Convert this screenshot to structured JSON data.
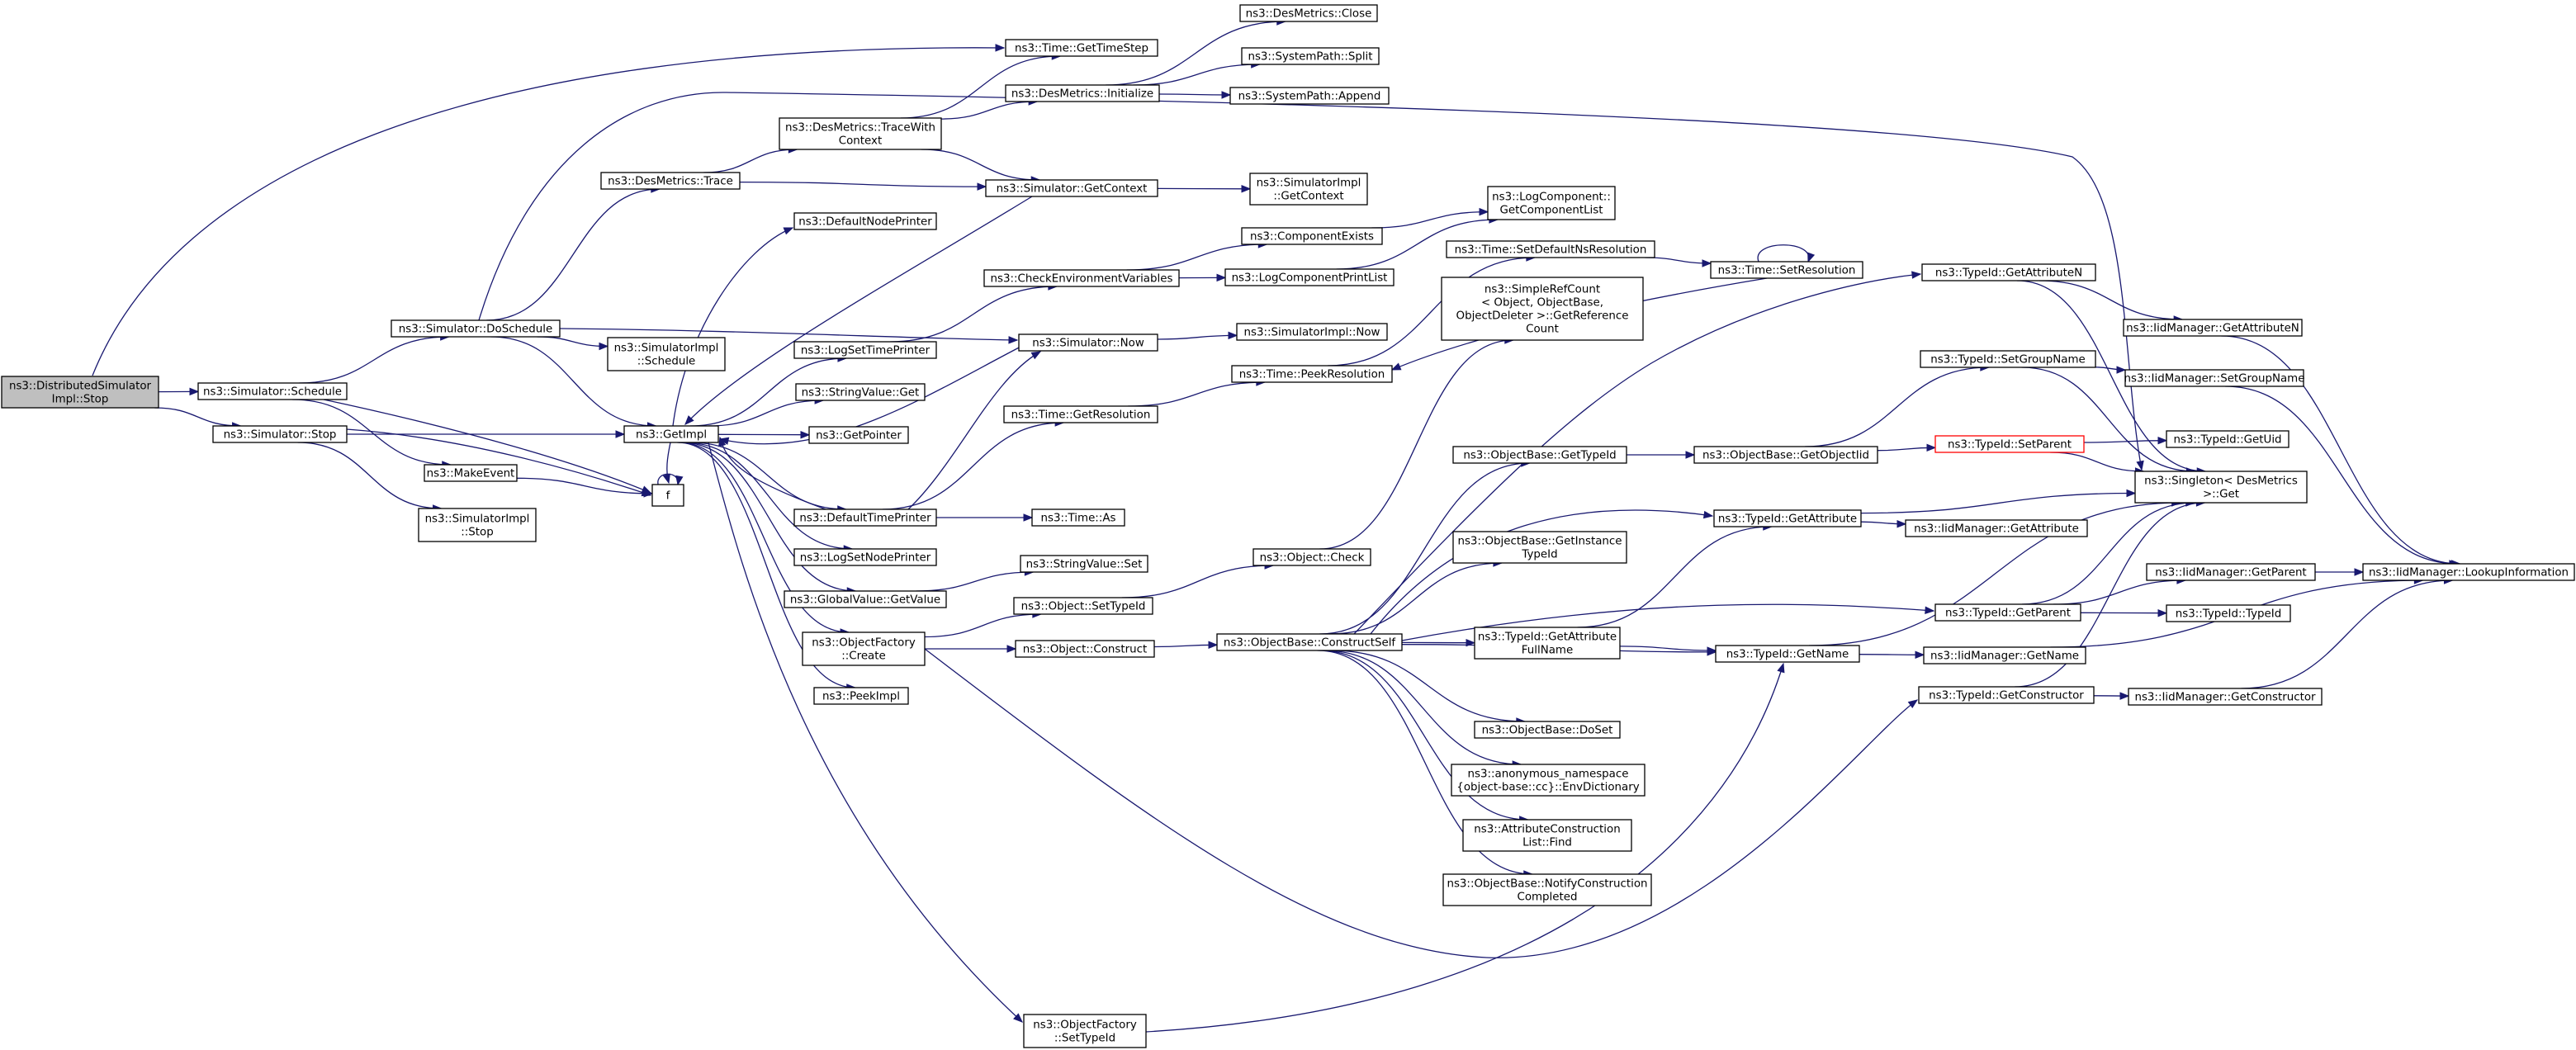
{
  "nodes": [
    {
      "id": "n_dss",
      "lines": [
        "ns3::DistributedSimulator",
        "Impl::Stop"
      ],
      "root": true
    },
    {
      "id": "n_sched",
      "lines": [
        "ns3::Simulator::Schedule"
      ]
    },
    {
      "id": "n_simstop",
      "lines": [
        "ns3::Simulator::Stop"
      ]
    },
    {
      "id": "n_dosched",
      "lines": [
        "ns3::Simulator::DoSchedule"
      ]
    },
    {
      "id": "n_makeevent",
      "lines": [
        "ns3::MakeEvent"
      ]
    },
    {
      "id": "n_siimplstop",
      "lines": [
        "ns3::SimulatorImpl",
        "::Stop"
      ]
    },
    {
      "id": "n_trace",
      "lines": [
        "ns3::DesMetrics::Trace"
      ]
    },
    {
      "id": "n_siimplsched",
      "lines": [
        "ns3::SimulatorImpl",
        "::Schedule"
      ]
    },
    {
      "id": "n_getimpl",
      "lines": [
        "ns3::GetImpl"
      ]
    },
    {
      "id": "n_f",
      "lines": [
        "f"
      ]
    },
    {
      "id": "n_tracewith",
      "lines": [
        "ns3::DesMetrics::TraceWith",
        "Context"
      ]
    },
    {
      "id": "n_defnode",
      "lines": [
        "ns3::DefaultNodePrinter"
      ]
    },
    {
      "id": "n_logsettime",
      "lines": [
        "ns3::LogSetTimePrinter"
      ]
    },
    {
      "id": "n_strget",
      "lines": [
        "ns3::StringValue::Get"
      ]
    },
    {
      "id": "n_getpointer",
      "lines": [
        "ns3::GetPointer"
      ]
    },
    {
      "id": "n_deftime",
      "lines": [
        "ns3::DefaultTimePrinter"
      ]
    },
    {
      "id": "n_logsetnode",
      "lines": [
        "ns3::LogSetNodePrinter"
      ]
    },
    {
      "id": "n_gvget",
      "lines": [
        "ns3::GlobalValue::GetValue"
      ]
    },
    {
      "id": "n_ofcreate",
      "lines": [
        "ns3::ObjectFactory",
        "::Create"
      ]
    },
    {
      "id": "n_peekimpl",
      "lines": [
        "ns3::PeekImpl"
      ]
    },
    {
      "id": "n_ofsettid",
      "lines": [
        "ns3::ObjectFactory",
        "::SetTypeId"
      ]
    },
    {
      "id": "n_gettimestep",
      "lines": [
        "ns3::Time::GetTimeStep"
      ]
    },
    {
      "id": "n_dminit",
      "lines": [
        "ns3::DesMetrics::Initialize"
      ]
    },
    {
      "id": "n_getctx",
      "lines": [
        "ns3::Simulator::GetContext"
      ]
    },
    {
      "id": "n_checkenv",
      "lines": [
        "ns3::CheckEnvironmentVariables"
      ]
    },
    {
      "id": "n_simnow",
      "lines": [
        "ns3::Simulator::Now"
      ]
    },
    {
      "id": "n_timegetres",
      "lines": [
        "ns3::Time::GetResolution"
      ]
    },
    {
      "id": "n_timeas",
      "lines": [
        "ns3::Time::As"
      ]
    },
    {
      "id": "n_strset",
      "lines": [
        "ns3::StringValue::Set"
      ]
    },
    {
      "id": "n_objsettid",
      "lines": [
        "ns3::Object::SetTypeId"
      ]
    },
    {
      "id": "n_objconstruct",
      "lines": [
        "ns3::Object::Construct"
      ]
    },
    {
      "id": "n_dmclose",
      "lines": [
        "ns3::DesMetrics::Close"
      ]
    },
    {
      "id": "n_spsplit",
      "lines": [
        "ns3::SystemPath::Split"
      ]
    },
    {
      "id": "n_spappend",
      "lines": [
        "ns3::SystemPath::Append"
      ]
    },
    {
      "id": "n_siimplgetctx",
      "lines": [
        "ns3::SimulatorImpl",
        "::GetContext"
      ]
    },
    {
      "id": "n_compexists",
      "lines": [
        "ns3::ComponentExists"
      ]
    },
    {
      "id": "n_logcompprint",
      "lines": [
        "ns3::LogComponentPrintList"
      ]
    },
    {
      "id": "n_siimplnow",
      "lines": [
        "ns3::SimulatorImpl::Now"
      ]
    },
    {
      "id": "n_peekres",
      "lines": [
        "ns3::Time::PeekResolution"
      ]
    },
    {
      "id": "n_objcheck",
      "lines": [
        "ns3::Object::Check"
      ]
    },
    {
      "id": "n_constructself",
      "lines": [
        "ns3::ObjectBase::ConstructSelf"
      ]
    },
    {
      "id": "n_getcomplist",
      "lines": [
        "ns3::LogComponent::",
        "GetComponentList"
      ]
    },
    {
      "id": "n_setdefres",
      "lines": [
        "ns3::Time::SetDefaultNsResolution"
      ]
    },
    {
      "id": "n_simpleref",
      "lines": [
        "ns3::SimpleRefCount",
        "< Object, ObjectBase,",
        "ObjectDeleter >::GetReference",
        "Count"
      ]
    },
    {
      "id": "n_obgettid",
      "lines": [
        "ns3::ObjectBase::GetTypeId"
      ]
    },
    {
      "id": "n_obgetinst",
      "lines": [
        "ns3::ObjectBase::GetInstance",
        "TypeId"
      ]
    },
    {
      "id": "n_tidgetattrfull",
      "lines": [
        "ns3::TypeId::GetAttribute",
        "FullName"
      ]
    },
    {
      "id": "n_obdoset",
      "lines": [
        "ns3::ObjectBase::DoSet"
      ]
    },
    {
      "id": "n_envdict",
      "lines": [
        "ns3::anonymous_namespace",
        "{object-base::cc}::EnvDictionary"
      ]
    },
    {
      "id": "n_acfind",
      "lines": [
        "ns3::AttributeConstruction",
        "List::Find"
      ]
    },
    {
      "id": "n_notify",
      "lines": [
        "ns3::ObjectBase::NotifyConstruction",
        "Completed"
      ]
    },
    {
      "id": "n_setres",
      "lines": [
        "ns3::Time::SetResolution"
      ]
    },
    {
      "id": "n_getobjtid",
      "lines": [
        "ns3::ObjectBase::GetObjectIid"
      ]
    },
    {
      "id": "n_tidgetattr",
      "lines": [
        "ns3::TypeId::GetAttribute"
      ]
    },
    {
      "id": "n_tidgetname",
      "lines": [
        "ns3::TypeId::GetName"
      ]
    },
    {
      "id": "n_tidgetattrn",
      "lines": [
        "ns3::TypeId::GetAttributeN"
      ]
    },
    {
      "id": "n_tidsetgroup",
      "lines": [
        "ns3::TypeId::SetGroupName"
      ]
    },
    {
      "id": "n_tidsetparent",
      "lines": [
        "ns3::TypeId::SetParent"
      ],
      "red": true
    },
    {
      "id": "n_tidgetparent",
      "lines": [
        "ns3::TypeId::GetParent"
      ]
    },
    {
      "id": "n_tidgetctor",
      "lines": [
        "ns3::TypeId::GetConstructor"
      ]
    },
    {
      "id": "n_iidgetattr",
      "lines": [
        "ns3::IidManager::GetAttribute"
      ]
    },
    {
      "id": "n_iidgetattrn",
      "lines": [
        "ns3::IidManager::GetAttributeN"
      ]
    },
    {
      "id": "n_iidsetgroup",
      "lines": [
        "ns3::IidManager::SetGroupName"
      ]
    },
    {
      "id": "n_tidgetuid",
      "lines": [
        "ns3::TypeId::GetUid"
      ]
    },
    {
      "id": "n_singleton",
      "lines": [
        "ns3::Singleton< DesMetrics",
        ">::Get"
      ]
    },
    {
      "id": "n_iidgetparent",
      "lines": [
        "ns3::IidManager::GetParent"
      ]
    },
    {
      "id": "n_tidtypeid",
      "lines": [
        "ns3::TypeId::TypeId"
      ]
    },
    {
      "id": "n_iidgetname",
      "lines": [
        "ns3::IidManager::GetName"
      ]
    },
    {
      "id": "n_iidgetctor",
      "lines": [
        "ns3::IidManager::GetConstructor"
      ]
    },
    {
      "id": "n_iidlookup",
      "lines": [
        "ns3::IidManager::LookupInformation"
      ]
    }
  ]
}
